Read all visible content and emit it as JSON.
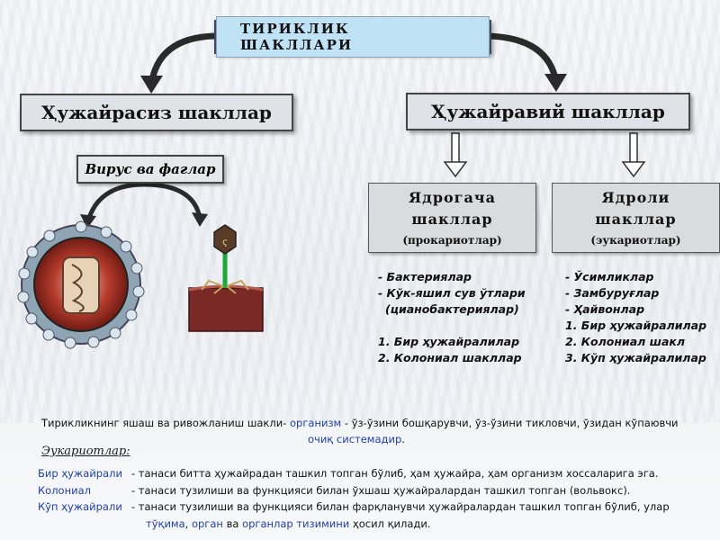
{
  "title": "ТИРИКЛИК ШАКЛЛАРИ",
  "category_left": "Ҳужайрасиз шакллар",
  "category_right": "Ҳужайравий шакллар",
  "virus_label": "Вирус ва фаглар",
  "prokaryotes": {
    "line1": "Ядрогача",
    "line2": "шакллар",
    "paren": "(прокариотлар)",
    "items": [
      "- Бактериялар",
      "- Кўк-яшил сув ўтлари",
      "(цианобактериялар)"
    ],
    "numbered": [
      "1. Бир ҳужайралилар",
      "2. Колониал шакллар"
    ]
  },
  "eukaryotes": {
    "line1": "Ядроли",
    "line2": "шакллар",
    "paren": "(эукариотлар)",
    "items": [
      "- Ўсимликлар",
      "- Замбуруғлар",
      "- Ҳайвонлар"
    ],
    "numbered": [
      "1. Бир ҳужайралилар",
      "2. Колониал шакл",
      "3. Кўп ҳужайралилар"
    ]
  },
  "definition": {
    "part1": "Тирикликнинг яшаш ва ривожланиш шакли-",
    "organism": "организм",
    "part2": "- ўз-ўзини бошқарувчи, ўз-ўзини тикловчи, ўзидан кўпаювчи",
    "open_system": "очиқ системадир",
    "end": "."
  },
  "eukaryotes_heading": "Эукариотлар:",
  "rows": [
    {
      "term": "Бир ҳужайрали",
      "text": "-  танаси битта ҳужайрадан ташкил топган бўлиб, ҳам ҳужайра, ҳам организм хоссаларига эга."
    },
    {
      "term": "Колониал",
      "text": "-  танаси тузилиши ва функцияси билан ўхшаш ҳужайралардан ташкил топган (вольвокс)."
    },
    {
      "term": "Кўп  ҳужайрали",
      "text": "-  танаси тузилиши ва функцияси билан фарқланувчи ҳужайралардан ташкил топган бўлиб, улар"
    }
  ],
  "row3_cont": {
    "tissue": "тўқима",
    "comma": ",",
    "organ": "орган",
    "and": "ва",
    "organ_systems": "органлар тизимини",
    "tail": "ҳосил қилади."
  },
  "colors": {
    "accent_blue": "#1f3fa6",
    "title_fill": "#bfe2f5",
    "box_fill": "#dfe2e6"
  }
}
